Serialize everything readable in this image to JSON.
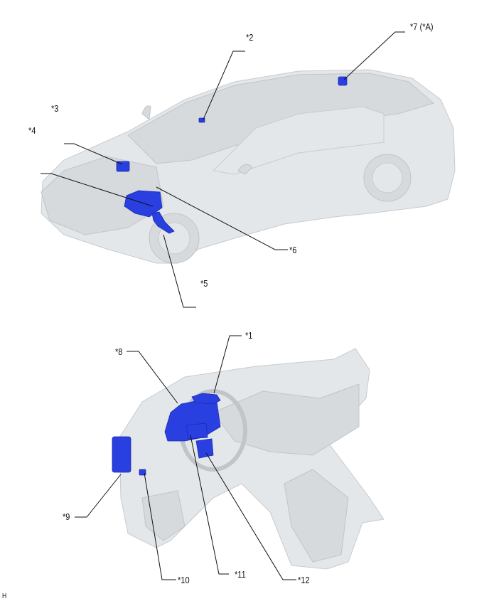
{
  "figure": {
    "code": "H",
    "colors": {
      "component": "#2a3fe0",
      "vehicle": "#e4e7e9",
      "leader": "#111111"
    }
  },
  "exterior_view": {
    "callouts": [
      {
        "id": "2",
        "label": "*2"
      },
      {
        "id": "3",
        "label": "*3"
      },
      {
        "id": "4",
        "label": "*4"
      },
      {
        "id": "5",
        "label": "*5"
      },
      {
        "id": "6",
        "label": "*6"
      },
      {
        "id": "7",
        "label": "*7 (*A)"
      }
    ]
  },
  "interior_view": {
    "callouts": [
      {
        "id": "1",
        "label": "*1"
      },
      {
        "id": "8",
        "label": "*8"
      },
      {
        "id": "9",
        "label": "*9"
      },
      {
        "id": "10",
        "label": "*10"
      },
      {
        "id": "11",
        "label": "*11"
      },
      {
        "id": "12",
        "label": "*12"
      }
    ]
  }
}
